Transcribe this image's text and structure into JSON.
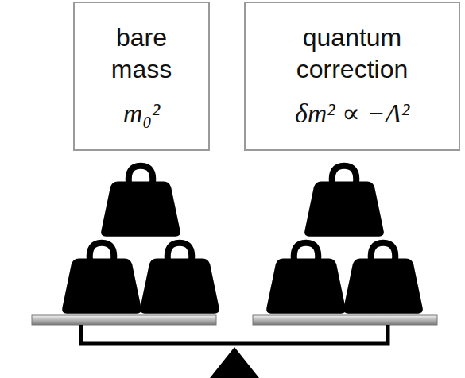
{
  "diagram": {
    "nodes": [
      {
        "text": [
          "bare mass",
          "m₀²"
        ]
      },
      {
        "text": [
          "quantum correction",
          "δm² ∝ −Λ²"
        ]
      }
    ]
  }
}
